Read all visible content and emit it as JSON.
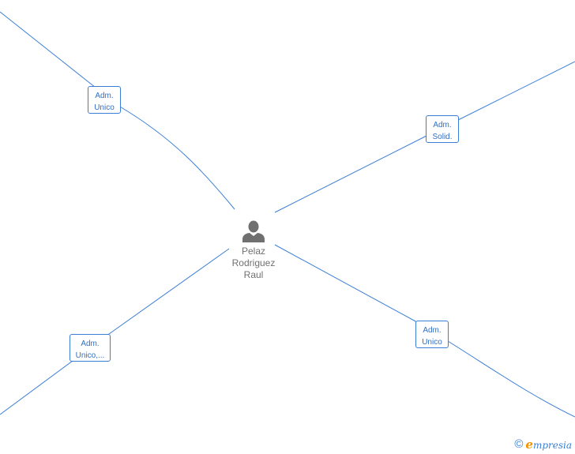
{
  "person": {
    "icon": "person-icon",
    "name_lines": [
      "Pelaz",
      "Rodriguez",
      "Raul"
    ]
  },
  "roles": [
    {
      "lines": [
        "Adm.",
        "Unico"
      ]
    },
    {
      "lines": [
        "Adm.",
        "Solid."
      ]
    },
    {
      "lines": [
        "Adm.",
        "Unico,..."
      ]
    },
    {
      "lines": [
        "Adm.",
        "Unico"
      ]
    }
  ],
  "footer": {
    "copyright_symbol": "©",
    "brand_initial": "e",
    "brand_rest": "mpresia"
  },
  "colors": {
    "edge": "#3a7fd5",
    "role_text": "#2f6fc4",
    "person": "#707070",
    "brand_accent": "#f29400"
  }
}
